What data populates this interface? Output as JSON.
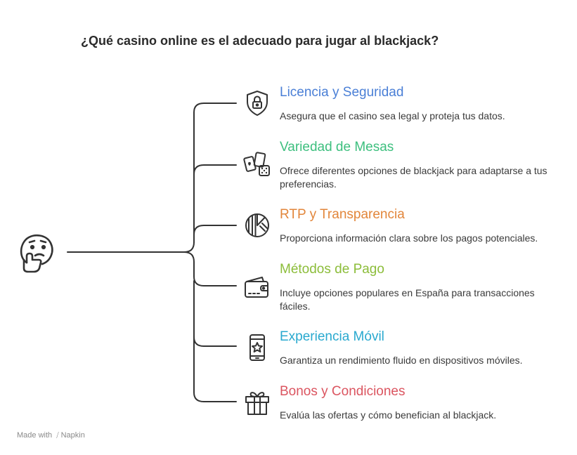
{
  "title": "¿Qué casino online es el adecuado para jugar al blackjack?",
  "items": [
    {
      "title": "Licencia y Seguridad",
      "description": "Asegura que el casino sea legal y proteja tus datos.",
      "color": "#4a7fd6",
      "icon": "shield-lock-icon"
    },
    {
      "title": "Variedad de Mesas",
      "description": "Ofrece diferentes opciones de blackjack para adaptarse a tus preferencias.",
      "color": "#3dbf7e",
      "icon": "cards-dice-icon"
    },
    {
      "title": "RTP y Transparencia",
      "description": "Proporciona información clara sobre los pagos potenciales.",
      "color": "#e2863b",
      "icon": "pie-chart-icon"
    },
    {
      "title": "Métodos de Pago",
      "description": "Incluye opciones populares en España para transacciones fáciles.",
      "color": "#8cbd3a",
      "icon": "wallet-icon"
    },
    {
      "title": "Experiencia Móvil",
      "description": "Garantiza un rendimiento fluido en dispositivos móviles.",
      "color": "#29a9cf",
      "icon": "mobile-star-icon"
    },
    {
      "title": "Bonos y Condiciones",
      "description": "Evalúa las ofertas y cómo benefician al blackjack.",
      "color": "#db5560",
      "icon": "gift-icon"
    }
  ],
  "footer": {
    "prefix": "Made with",
    "brand": "Napkin"
  },
  "line_color": "#333333",
  "center_icon": "thinking-face-icon"
}
